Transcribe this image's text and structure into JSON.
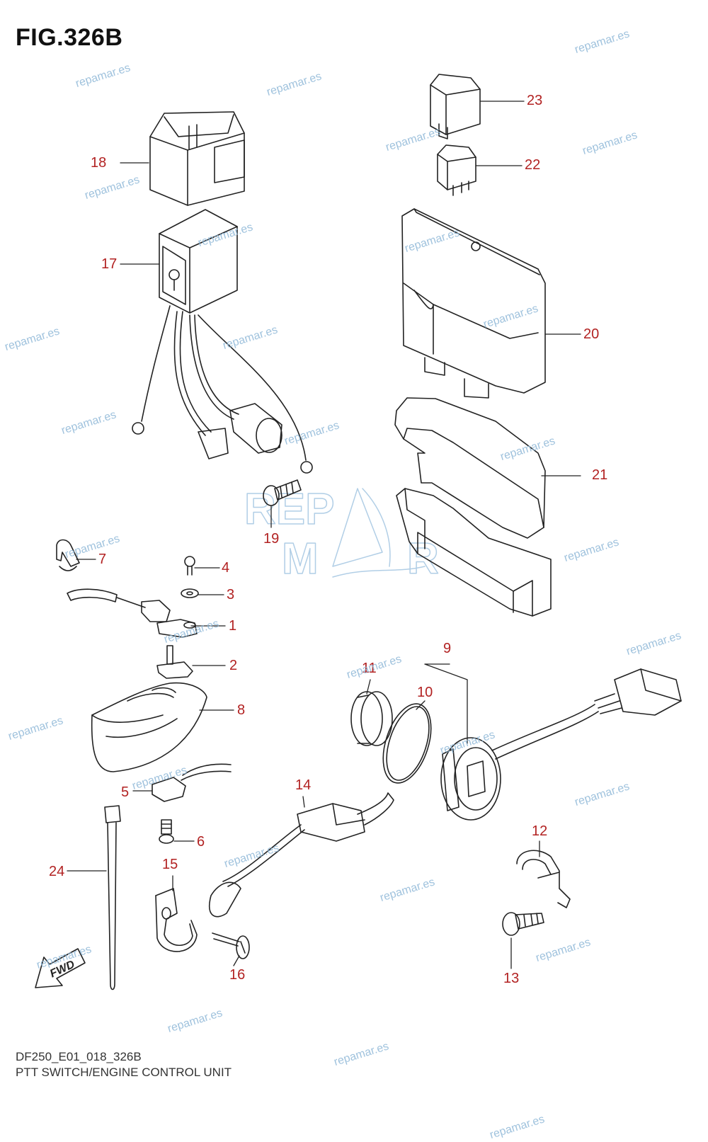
{
  "figure": {
    "title": "FIG.326B"
  },
  "footer": {
    "code": "DF250_E01_018_326B",
    "description": "PTT SWITCH/ENGINE CONTROL UNIT"
  },
  "watermark": {
    "text": "repamar.es",
    "logo_text": [
      "REP",
      "M",
      "R"
    ],
    "color": "#8fb8d8"
  },
  "callout_color": "#b22222",
  "fwd_label": "FWD",
  "callouts": [
    "1",
    "2",
    "3",
    "4",
    "5",
    "6",
    "7",
    "8",
    "9",
    "10",
    "11",
    "12",
    "13",
    "14",
    "15",
    "16",
    "17",
    "18",
    "19",
    "20",
    "21",
    "22",
    "23",
    "24"
  ]
}
